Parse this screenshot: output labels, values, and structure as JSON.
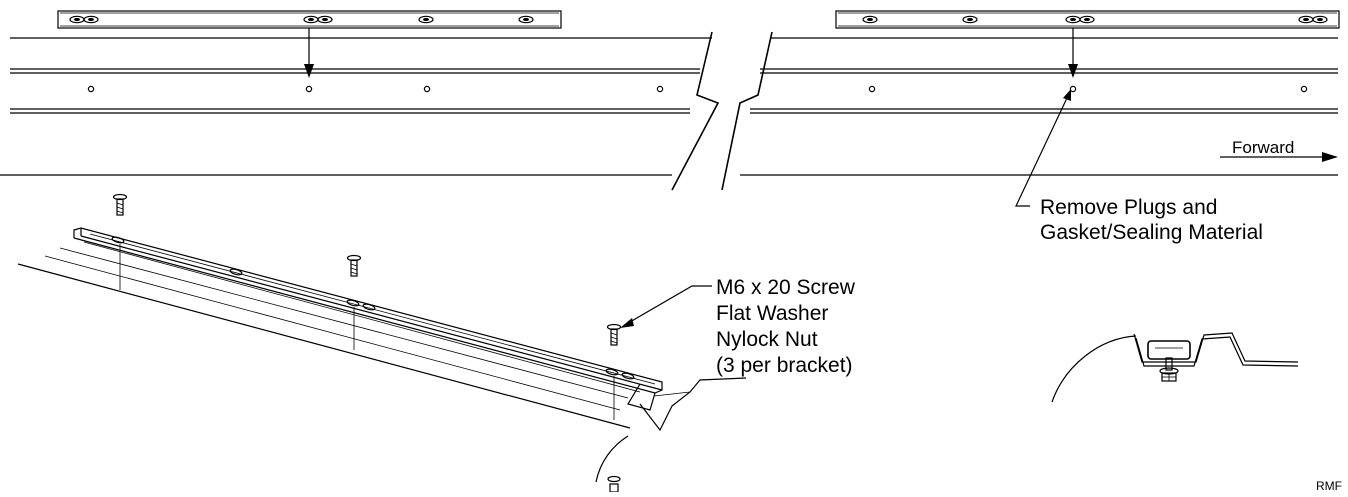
{
  "labels": {
    "forward": "Forward",
    "remove_line1": "Remove Plugs and",
    "remove_line2": "Gasket/Sealing Material",
    "screw_line1": "M6 x 20 Screw",
    "screw_line2": "Flat Washer",
    "screw_line3": "Nylock Nut",
    "screw_line4": "(3 per bracket)",
    "drawing_code": "RMF"
  },
  "colors": {
    "ink": "#000000",
    "paper": "#ffffff"
  }
}
